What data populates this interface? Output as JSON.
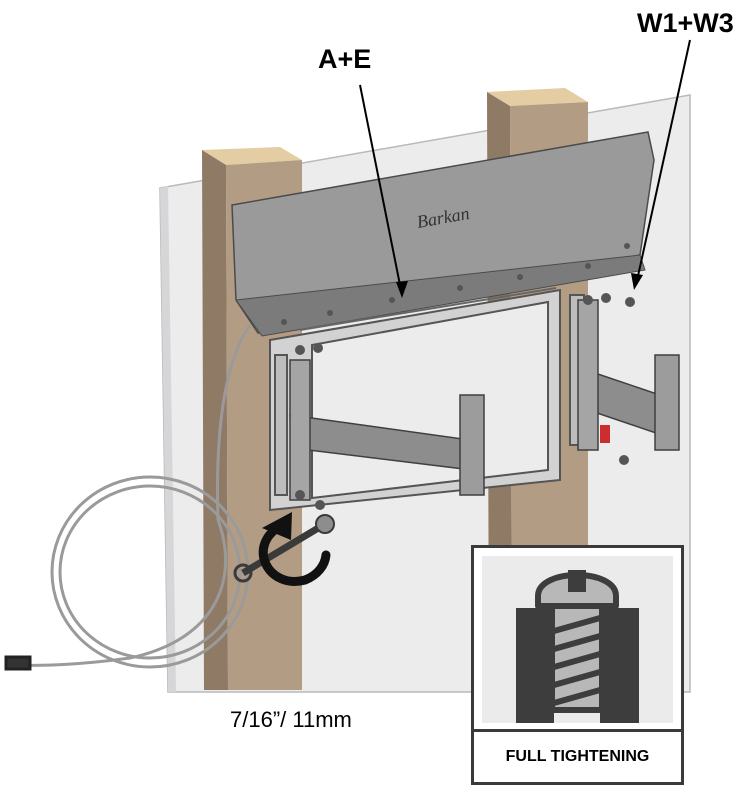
{
  "callouts": {
    "ae": "A+E",
    "w1_w3": "W1+W3"
  },
  "tool": {
    "wrench_size": "7/16”/ 11mm"
  },
  "tightening_icon": {
    "caption": "FULL TIGHTENING",
    "icon": "screw-in-hole-icon"
  },
  "mount": {
    "brand_mark": "Barkan"
  },
  "colors": {
    "wall_panel": "#e9e9ea",
    "stud_wood": "#a8917a",
    "stud_top": "#e2c99f",
    "metal": "#8e8e8e",
    "icon_dark": "#3d3d3d"
  }
}
